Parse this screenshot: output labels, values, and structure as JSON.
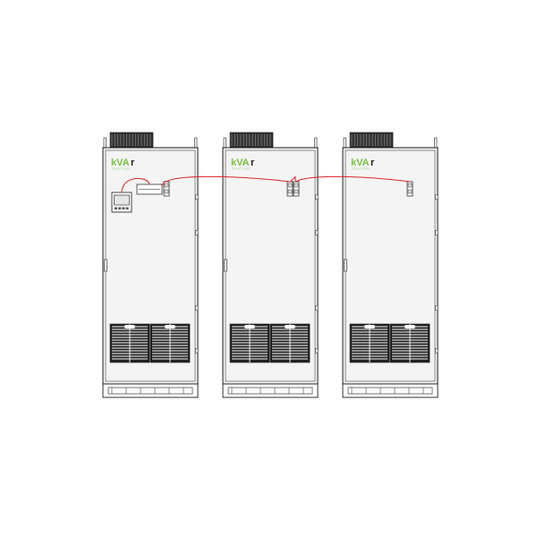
{
  "diagram": {
    "colors": {
      "outline": "#1a1a1a",
      "panel": "#f4f4f4",
      "cable": "#d9262b",
      "brand_green": "#7ac143",
      "vent": "#222222"
    },
    "cabinets": [
      {
        "id": "cabinet-1",
        "logo": {
          "main": "kVA",
          "suffix": "r",
          "sub": "SOLUTIONS"
        },
        "has_controller": true,
        "has_breaker_rail": true,
        "terminal_count": 1
      },
      {
        "id": "cabinet-2",
        "logo": {
          "main": "kVA",
          "suffix": "r",
          "sub": "SOLUTIONS"
        },
        "has_controller": false,
        "has_breaker_rail": false,
        "terminal_count": 2
      },
      {
        "id": "cabinet-3",
        "logo": {
          "main": "kVA",
          "suffix": "r",
          "sub": "SOLUTIONS"
        },
        "has_controller": false,
        "has_breaker_rail": false,
        "terminal_count": 1
      }
    ]
  }
}
